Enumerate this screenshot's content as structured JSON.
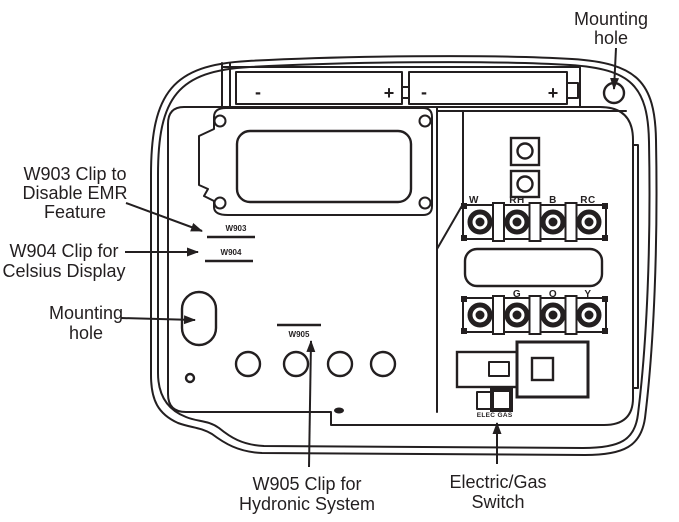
{
  "colors": {
    "ink": "#231f20",
    "paper": "#ffffff"
  },
  "callouts": {
    "mounting_hole_top": [
      "Mounting",
      "hole"
    ],
    "w903_clip": [
      "W903 Clip to",
      "Disable EMR",
      "Feature"
    ],
    "w904_clip": [
      "W904 Clip for",
      "Celsius Display"
    ],
    "mounting_hole_left": [
      "Mounting",
      "hole"
    ],
    "w905_clip": [
      "W905 Clip for",
      "Hydronic System"
    ],
    "electric_gas_switch": [
      "Electric/Gas",
      "Switch"
    ]
  },
  "board": {
    "clip_labels": {
      "w903": "W903",
      "w904": "W904",
      "w905": "W905"
    },
    "terminal_labels_top": [
      "W",
      "RH",
      "B",
      "RC"
    ],
    "terminal_labels_bottom": [
      "G",
      "O",
      "Y"
    ],
    "switch_labels": {
      "elec": "ELEC",
      "gas": "GAS"
    },
    "battery_polarity": {
      "left_minus": "-",
      "left_plus": "+",
      "right_minus": "-",
      "right_plus": "+"
    }
  }
}
